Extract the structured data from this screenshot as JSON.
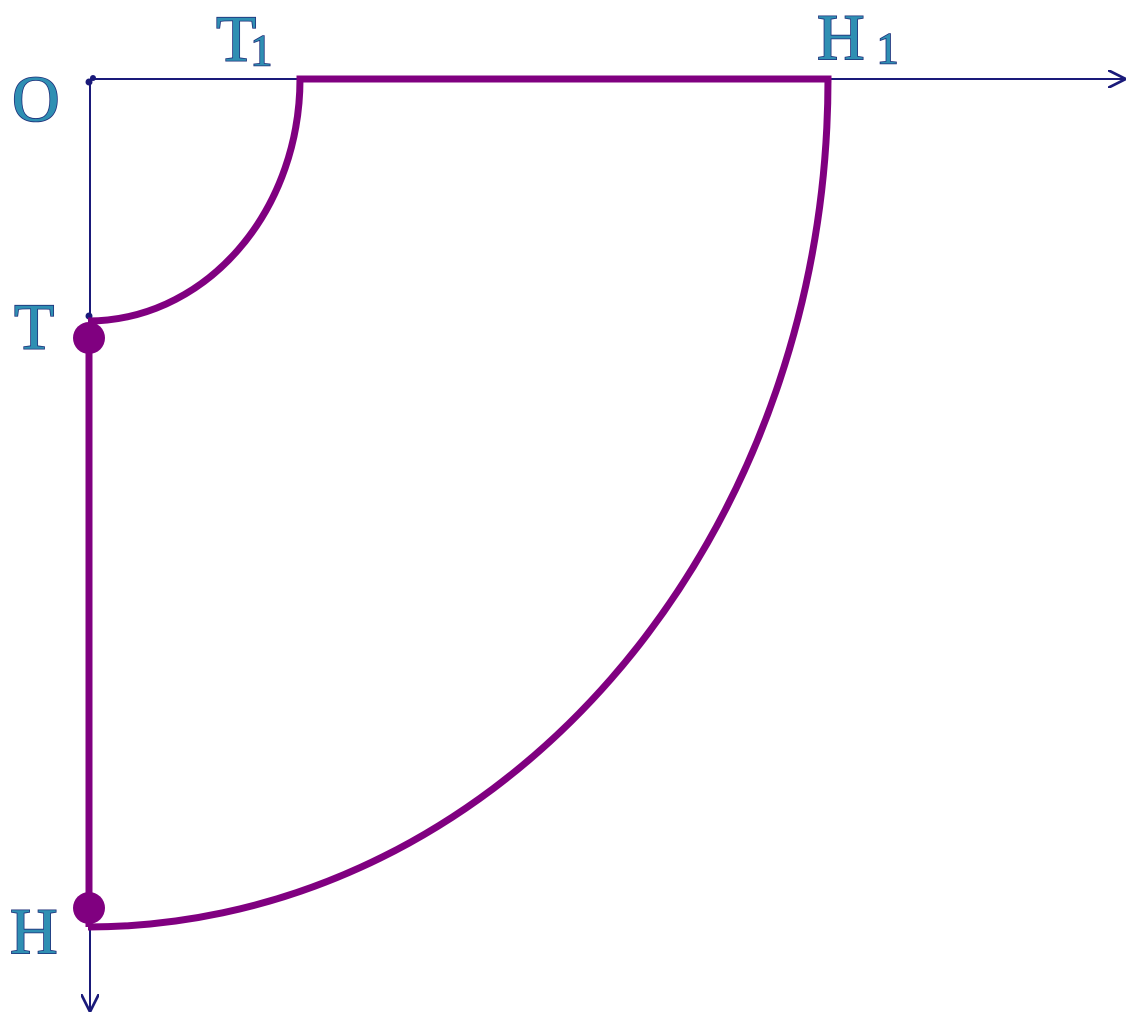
{
  "diagram": {
    "labels": {
      "origin": "O",
      "t": "T",
      "h": "H",
      "t1_main": "T",
      "t1_sub": "1",
      "h1_main": "H",
      "h1_sub": "1"
    },
    "colors": {
      "axis": "#1a1a7a",
      "curve": "#800080",
      "label_fill": "#2f8fb3",
      "label_outline": "#1f2f7a"
    }
  }
}
